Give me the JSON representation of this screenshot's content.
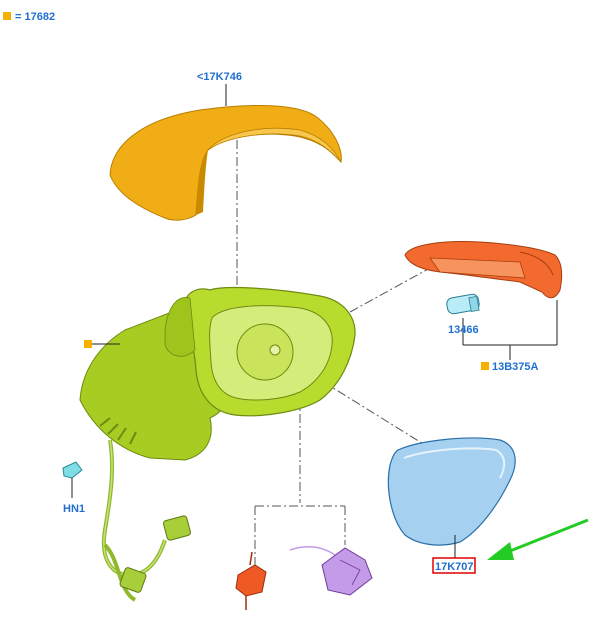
{
  "legend": {
    "text": "= 17682",
    "marker_color": "#f5b000"
  },
  "callouts": {
    "cap": "<17K746",
    "bulb": "13466",
    "lamp": "13B375A",
    "connector": "HN1",
    "glass": "17K707"
  },
  "colors": {
    "cap": "#f0ad16",
    "housing": "#b5d92b",
    "lamp": "#f26a2e",
    "glass": "#a6d0f0",
    "bulb": "#b8ecf6",
    "connector": "#7fdde6",
    "motor_left": "#ef5a24",
    "motor_right": "#c49be8",
    "label": "#1f6fd1",
    "highlight_box": "#e00000",
    "arrow": "#22cc22",
    "marker": "#f5b000"
  }
}
